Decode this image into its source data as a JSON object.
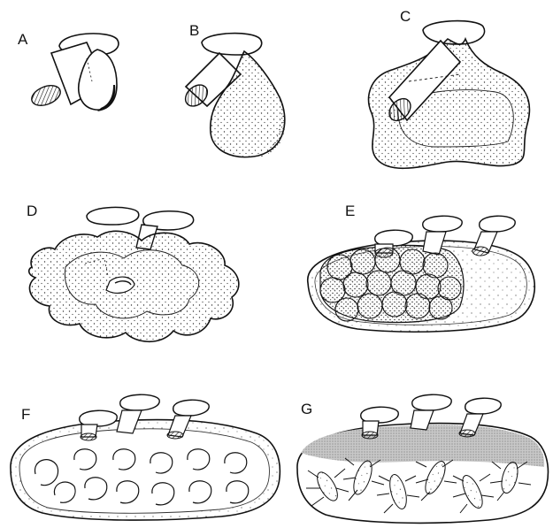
{
  "figure": {
    "panels": [
      {
        "label": "A"
      },
      {
        "label": "B"
      },
      {
        "label": "C"
      },
      {
        "label": "D"
      },
      {
        "label": "E"
      },
      {
        "label": "F"
      },
      {
        "label": "G"
      }
    ],
    "colors": {
      "ink": "#111111",
      "stipple": "#333333",
      "gray_fill": "#bdbdbd",
      "background": "#ffffff"
    }
  }
}
